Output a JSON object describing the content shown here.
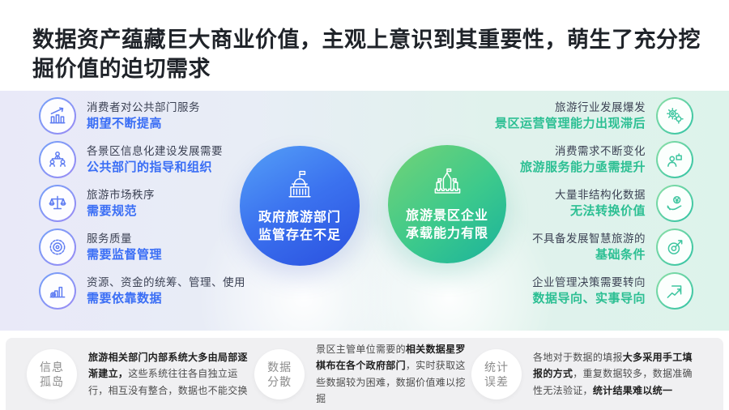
{
  "title": "数据资产蕴藏巨大商业价值，主观上意识到其重要性，萌生了充分挖掘价值的迫切需求",
  "colors": {
    "accent_blue": "#3a6ef5",
    "accent_green": "#2cbf93",
    "circle_blue_gradient": [
      "#55a0f7",
      "#2a50df"
    ],
    "circle_green_gradient": [
      "#74d376",
      "#1ab29c"
    ],
    "band_gradient": [
      "#e9e9f8",
      "#ddf3eb"
    ],
    "bottom_bg": "#f0f0f2"
  },
  "left_items": [
    {
      "icon": "growth-chart-icon",
      "line1": "消费者对公共部门服务",
      "line2": "期望不断提高"
    },
    {
      "icon": "org-structure-icon",
      "line1": "各景区信息化建设发展需要",
      "line2": "公共部门的指导和组织"
    },
    {
      "icon": "balance-scale-icon",
      "line1": "旅游市场秩序",
      "line2": "需要规范"
    },
    {
      "icon": "quality-badge-icon",
      "line1": "服务质量",
      "line2": "需要监督管理"
    },
    {
      "icon": "resource-chart-icon",
      "line1": "资源、资金的统筹、管理、使用",
      "line2": "需要依靠数据"
    }
  ],
  "center": {
    "gov": {
      "icon": "government-building-icon",
      "line1": "政府旅游部门",
      "line2": "监管存在不足"
    },
    "scenic": {
      "icon": "castle-icon",
      "line1": "旅游景区企业",
      "line2": "承载能力有限"
    }
  },
  "right_items": [
    {
      "icon": "gears-icon",
      "line1": "旅游行业发展爆发",
      "line2": "景区运营管理能力出现滞后"
    },
    {
      "icon": "service-person-icon",
      "line1": "消费需求不断变化",
      "line2": "旅游服务能力亟需提升"
    },
    {
      "icon": "hand-money-icon",
      "line1": "大量非结构化数据",
      "line2": "无法转换价值"
    },
    {
      "icon": "target-arrow-icon",
      "line1": "不具备发展智慧旅游的",
      "line2": "基础条件"
    },
    {
      "icon": "trend-chart-icon",
      "line1": "企业管理决策需要转向",
      "line2": "数据导向、实事导向"
    }
  ],
  "bottom_items": [
    {
      "label_line1": "信息",
      "label_line2": "孤岛",
      "segments": [
        {
          "t": "旅游相关部门内部系统大多由局部逐渐建立，",
          "b": true
        },
        {
          "t": "这些系统往往各自独立运行，相互没有整合，数据也不能交换",
          "b": false
        }
      ]
    },
    {
      "label_line1": "数据",
      "label_line2": "分散",
      "segments": [
        {
          "t": "景区主管单位需要的",
          "b": false
        },
        {
          "t": "相关数据星罗棋布在各个政府部门",
          "b": true
        },
        {
          "t": "，实时获取这些数据较为困难，数据价值难以挖掘",
          "b": false
        }
      ]
    },
    {
      "label_line1": "统计",
      "label_line2": "误差",
      "segments": [
        {
          "t": "各地对于数据的填报",
          "b": false
        },
        {
          "t": "大多采用手工填报的方式",
          "b": true
        },
        {
          "t": "，重复数据较多，数据准确性无法验证，",
          "b": false
        },
        {
          "t": "统计结果难以统一",
          "b": true
        }
      ]
    }
  ]
}
